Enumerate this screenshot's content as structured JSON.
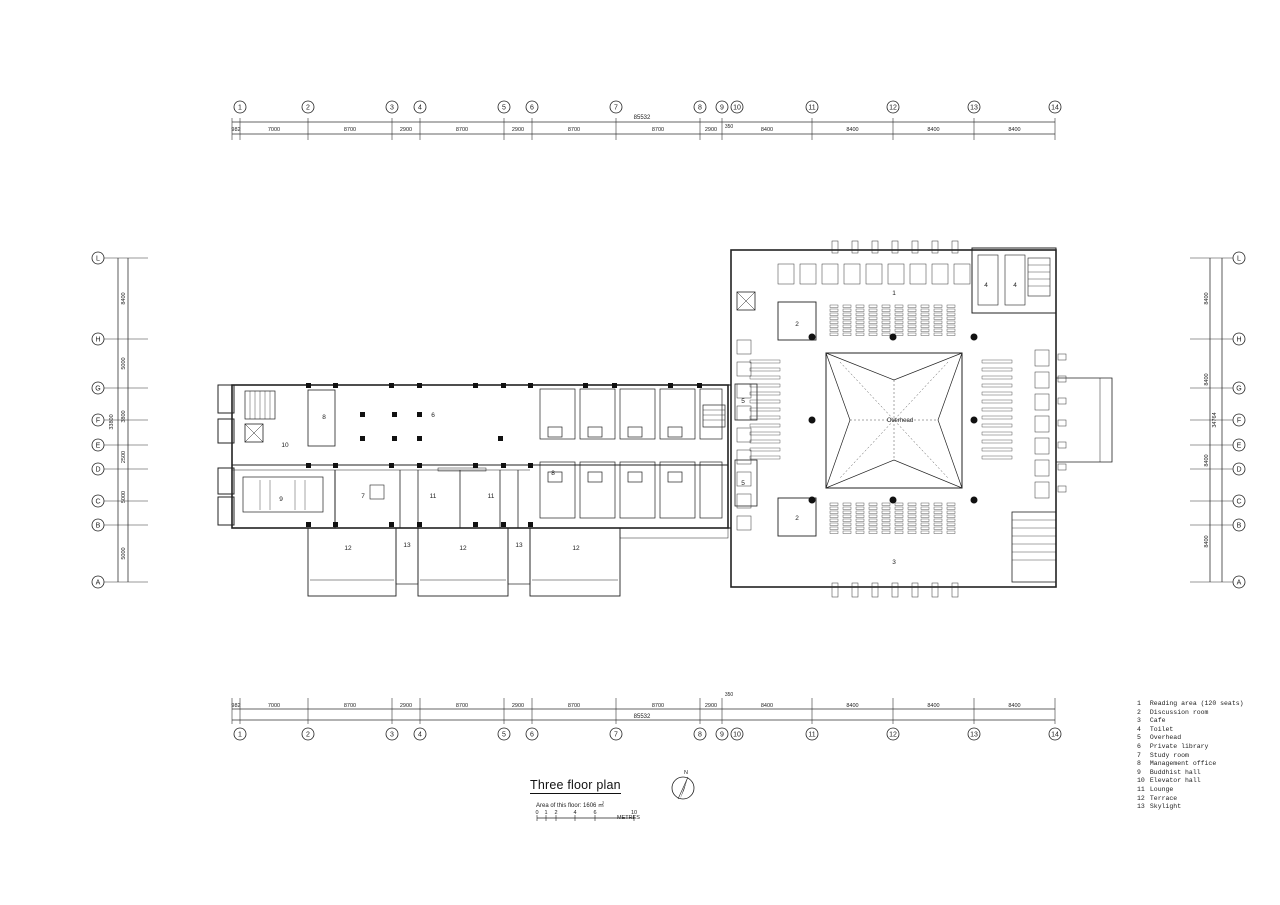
{
  "plan_title": "Three floor plan",
  "area_note": "Area of this floor: 1606 ㎡",
  "scale": {
    "ticks": [
      "0",
      "1",
      "2",
      "4",
      "6",
      "10"
    ],
    "unit": "METRES"
  },
  "north_label": "N",
  "overall_dimension": "85532",
  "side_overall_dimension": "34764",
  "top_gap_label": "350",
  "grid_x": [
    "1",
    "2",
    "3",
    "4",
    "5",
    "6",
    "7",
    "8",
    "9",
    "10",
    "11",
    "12",
    "13",
    "14"
  ],
  "grid_y": [
    "L",
    "H",
    "G",
    "F",
    "E",
    "D",
    "C",
    "B",
    "A"
  ],
  "x_dimensions": [
    "982",
    "7000",
    "8700",
    "2900",
    "8700",
    "2900",
    "8700",
    "8700",
    "2900",
    "8400",
    "8400",
    "8400",
    "8400"
  ],
  "left_dimensions": [
    "8400",
    "5000",
    "3800",
    "2500",
    "5000",
    "5000"
  ],
  "left_total": "33800",
  "right_dimensions": [
    "8400",
    "8400",
    "8400",
    "8400"
  ],
  "room_labels": {
    "r6": "6",
    "r8a": "8",
    "r10": "10",
    "r9": "9",
    "r7": "7",
    "r11a": "11",
    "r11b": "11",
    "r12a": "12",
    "r12b": "12",
    "r12c": "12",
    "r13a": "13",
    "r13b": "13",
    "r8b": "8",
    "r5a": "5",
    "r5b": "5",
    "r1": "1",
    "r2a": "2",
    "r2b": "2",
    "r3": "3",
    "r4a": "4",
    "r4b": "4",
    "overhead": "Overhead"
  },
  "legend": [
    {
      "num": "1",
      "label": "Reading area (120 seats)"
    },
    {
      "num": "2",
      "label": "Discussion room"
    },
    {
      "num": "3",
      "label": "Cafe"
    },
    {
      "num": "4",
      "label": "Toilet"
    },
    {
      "num": "5",
      "label": "Overhead"
    },
    {
      "num": "6",
      "label": "Private library"
    },
    {
      "num": "7",
      "label": "Study room"
    },
    {
      "num": "8",
      "label": "Management office"
    },
    {
      "num": "9",
      "label": "Buddhist hall"
    },
    {
      "num": "10",
      "label": "Elevator hall"
    },
    {
      "num": "11",
      "label": "Lounge"
    },
    {
      "num": "12",
      "label": "Terrace"
    },
    {
      "num": "13",
      "label": "Skylight"
    }
  ]
}
